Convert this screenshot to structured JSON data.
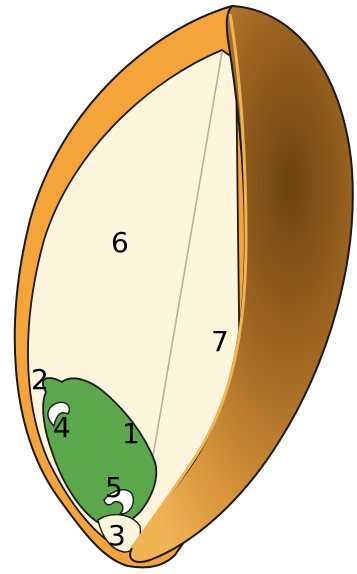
{
  "labels": {
    "l1": "1",
    "l2": "2",
    "l3": "3",
    "l4": "4",
    "l5": "5",
    "l6": "6",
    "l7": "7"
  },
  "colors": {
    "pericarp_orange": "#f5a43a",
    "endosperm_cream": "#fef6dc",
    "embryo_green": "#5aa84b",
    "husk_light": "#e6a347",
    "husk_dark": "#6e4310",
    "outline": "#1a1a1a"
  }
}
